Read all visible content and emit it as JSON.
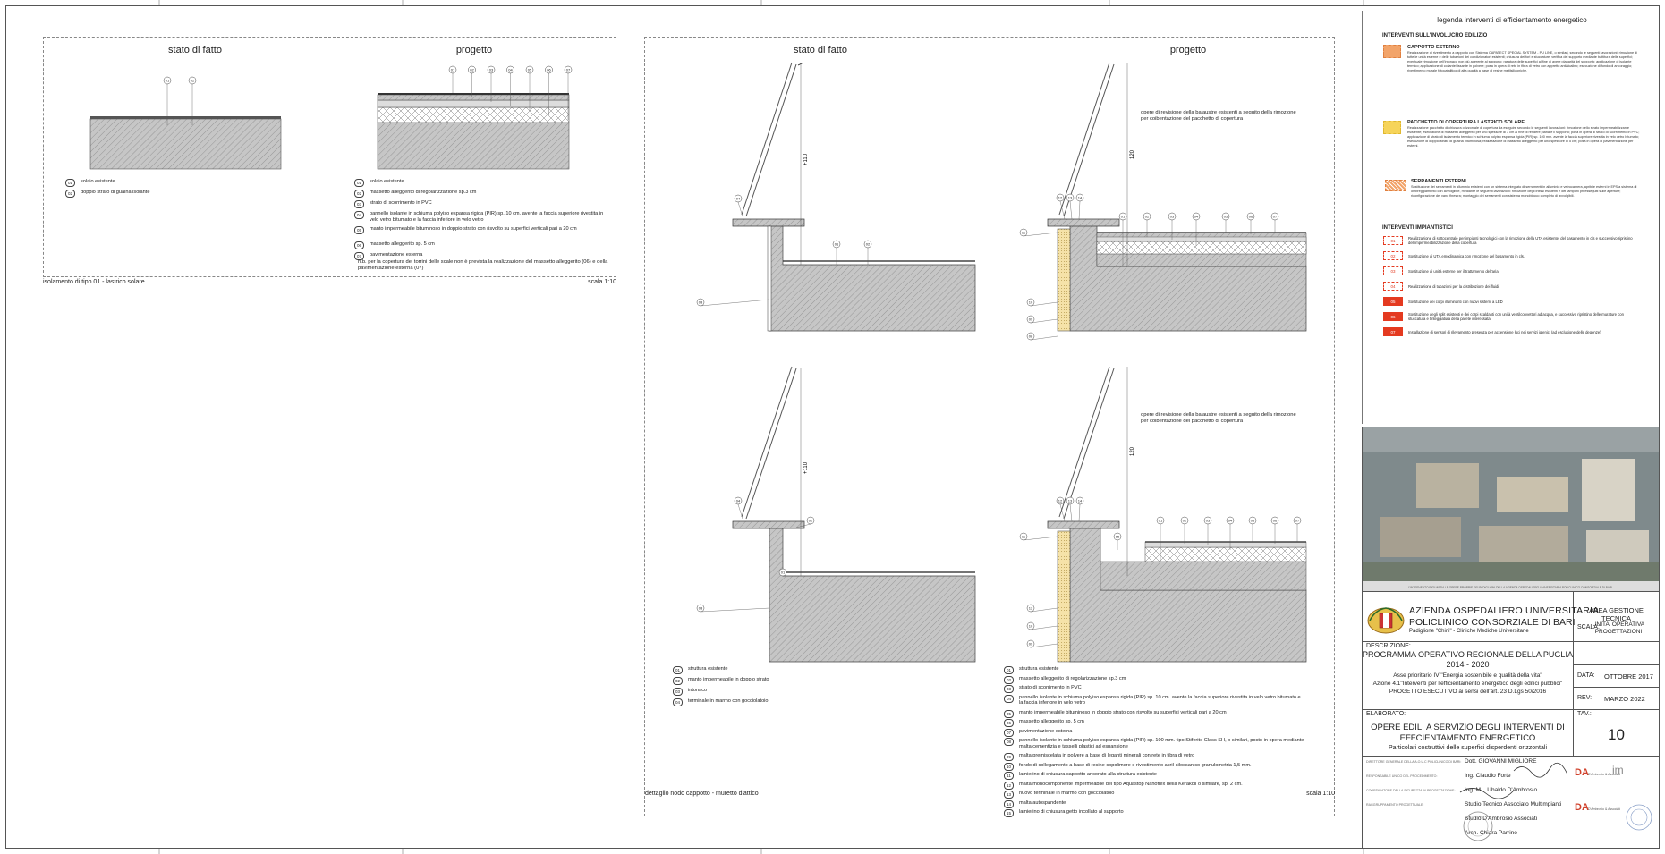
{
  "left_panel": {
    "title_existing": "stato di fatto",
    "title_project": "progetto",
    "caption": "isolamento di tipo 01 - lastrico solare",
    "scale": "scala 1:10",
    "existing_tags": [
      "01",
      "02"
    ],
    "project_tags": [
      "01",
      "02",
      "03",
      "04",
      "05",
      "06",
      "07"
    ],
    "existing_legend": [
      {
        "n": "01",
        "t": "solaio esistente"
      },
      {
        "n": "02",
        "t": "doppio strato di guaina isolante"
      }
    ],
    "project_legend": [
      {
        "n": "01",
        "t": "solaio esistente"
      },
      {
        "n": "02",
        "t": "massetto alleggerito di regolarizzazione sp.3 cm"
      },
      {
        "n": "03",
        "t": "strato di scorrimento in PVC"
      },
      {
        "n": "04",
        "t": "pannello isolante in schiuma polyiso espansa rigida (PIR) sp. 10 cm. avente la faccia superiore rivestita in velo vetro bitumato e la faccia inferiore in velo vetro"
      },
      {
        "n": "05",
        "t": "manto impermeabile bituminoso in doppio strato con risvolto su superfici verticali pari a 20 cm"
      },
      {
        "n": "06",
        "t": "massetto alleggerito sp. 5 cm"
      },
      {
        "n": "07",
        "t": "pavimentazione esterna"
      }
    ],
    "note": "n.b. per la copertura dei torrini delle scale non è prevista la realizzazione del massetto alleggerito (06) e della pavimentazione esterna (07)"
  },
  "center_panel": {
    "title_existing": "stato di fatto",
    "title_project": "progetto",
    "caption": "dettaglio nodo cappotto - muretto d'attico",
    "scale": "scala 1:10",
    "dim_110": "+110",
    "dim_120": "120",
    "note_railing": "opere di revisione della balaustre esistenti a seguito della rimozione per coibentazione del pacchetto di copertura",
    "tag_labels": {
      "t01": "01",
      "t02": "02",
      "t03": "03",
      "t04": "04",
      "t05": "05",
      "t06": "06",
      "t07": "07",
      "t08": "08",
      "t09": "09",
      "t10": "10",
      "t11": "11",
      "t12": "12",
      "t13": "13",
      "t14": "14",
      "t15": "15"
    },
    "existing_legend": [
      {
        "n": "01",
        "t": "struttura esistente"
      },
      {
        "n": "02",
        "t": "manto impermeabile in doppio strato"
      },
      {
        "n": "03",
        "t": "intonaco"
      },
      {
        "n": "04",
        "t": "terminale in marmo con gocciolatoio"
      }
    ],
    "project_legend": [
      {
        "n": "01",
        "t": "struttura esistente"
      },
      {
        "n": "02",
        "t": "massetto alleggerito di regolarizzazione sp.3 cm"
      },
      {
        "n": "03",
        "t": "strato di scorrimento in PVC"
      },
      {
        "n": "04",
        "t": "pannello isolante in schiuma polyiso espansa rigida (PIR) sp. 10 cm. avente la faccia superiore rivestita in velo vetro bitumato e la faccia inferiore in velo vetro"
      },
      {
        "n": "05",
        "t": "manto impermeabile bituminoso in doppio strato con risvolto su superfici verticali pari a 20 cm"
      },
      {
        "n": "06",
        "t": "massetto alleggerito sp. 5 cm"
      },
      {
        "n": "07",
        "t": "pavimentazione esterna"
      },
      {
        "n": "08",
        "t": "pannello isolante in schiuma polyiso espansa rigida (PIR) sp. 100 mm. tipo Stiferite Class SH, o similari, posto in opera mediante malta cementizia e tasselli plastici ad espansione"
      },
      {
        "n": "09",
        "t": "malta premiscelata in polvere a base di leganti minerali con rete in fibra di vetro"
      },
      {
        "n": "10",
        "t": "fondo di collegamento a base di resine copolimere e rivestimento acril-silossanico granulometria 1,5 mm."
      },
      {
        "n": "11",
        "t": "lamierino di chiusura cappotto ancorato alla struttura esistente"
      },
      {
        "n": "12",
        "t": "malta monocomponente impermeabile del tipo Aquastop Nanoflex della Kerakoll o similare, sp. 2 cm."
      },
      {
        "n": "13",
        "t": "nuovo terminale in marmo con gocciolatoio"
      },
      {
        "n": "14",
        "t": "malta autospandente"
      },
      {
        "n": "15",
        "t": "lamierino di chiusura getto incollato al supporto"
      }
    ]
  },
  "legend": {
    "title": "legenda interventi di efficientamento energetico",
    "section1": "INTERVENTI SULL'INVOLUCRO EDILIZIO",
    "cappotto_title": "CAPPOTTO ESTERNO",
    "cappotto_body": "Realizzazione di rivestimento a cappotto con Sistema CAPATECT SPECIAL SYSTEM - PU LINE, o similari, secondo le seguenti lavorazioni: rimozione di tutte le unità esterne e delle tubazioni dei condizionatori esistenti; chiusura dei fori e stuccature; verifica del supporto mediante battitura delle superfici; eventuale rimozione dell'intonaco non più aderente al supporto; rasatura delle superfici al fine di avere planarità del supporto; applicazione di isolante termico; applicazione di collante/fissante in polvere; posa in opera di rete in fibra di vetro con appretto antialcalino; esecuzione di fondo di ancoraggio; rivestimento murale fotocatalitico di alta qualità a base di resine metilsiliconiche.",
    "pacchetto_title": "PACCHETTO DI COPERTURA LASTRICO SOLARE",
    "pacchetto_body": "Realizzazione pacchetto di chiusura orizzontale di copertura da eseguire secondo le seguenti lavorazioni: rimozione dello strato impermeabilizzante esistente; esecuzione di massetto alleggerito per uno spessore di 3 cm al fine di rendere planare il supporto; posa in opera di strato di scorrimento in PVC; applicazione di strato di isolamento termico in schiuma polyiso espansa rigida (PIR) sp. 100 mm. avente la faccia superiore rivestita in velo vetro bitumato; esecuzione di doppio strato di guaina bituminosa; realizzazione di massetto alleggerito per uno spessore di 5 cm; posa in opera di pavimentazione per esterni.",
    "serramenti_title": "SERRAMENTI ESTERNI",
    "serramenti_body": "Sostituzione dei serramenti in alluminio esistenti con un sistema integrato di serramenti in alluminio e vetrocamera, apribile esterni in EPS a sistema di ombreggiamento con avvolgibile, mediante le seguenti lavorazioni: rimozione degli infissi esistenti e dei tamponi preesse­guiti sulle aperture; riconfigurazione del vano finestra; montaggio dei serramenti con sistema monoblocco completo di avvolgibili.",
    "section2": "INTERVENTI IMPIANTISTICI",
    "impianti": [
      {
        "code": "01",
        "t": "Realizzazione di sottocentrale per impianti tecnologici con la rimozione della UTA esistente, del basamento in cls e successivo ripristino dell'impermeabilizzazione della copertura"
      },
      {
        "code": "02",
        "t": "Sostituzione di UTA emodinamica con rimozione del basamento in cls."
      },
      {
        "code": "03",
        "t": "Sostituzione di unità esterne per il trattamento dell'aria"
      },
      {
        "code": "04",
        "t": "Realizzazione di tubazioni per la distribuzione dei fluidi."
      },
      {
        "code": "05",
        "t": "Sostituzione dei corpi illuminanti con nuovi sistemi a LED"
      },
      {
        "code": "06",
        "t": "Sostituzione degli split esistenti e dei corpi scaldanti con unità ventilconvettori ad acqua, e successivo ripristino delle murature con stuccatura e tinteggiatura della parete interessata"
      },
      {
        "code": "07",
        "t": "Installazione di sensori di rilevamento presenza per accensione luci nei servizi igienici (ad esclusione delle degenze)"
      }
    ]
  },
  "title_block": {
    "photo_caption": "L'INTERVENTO RIGUARDA LE OPERE PROPRIE DEI PADIGLIONI DELLA AZIENDA OSPEDALIERO UNIVERSITARIA POLICLINICO CONSORZIALE DI BARI",
    "org_line1": "AZIENDA OSPEDALIERO UNIVERSITARIA",
    "org_line2": "POLICLINICO CONSORZIALE DI BARI",
    "org_line3": "Padiglione \"Chini\" - Cliniche Mediche Universitarie",
    "area": "AREA GESTIONE TECNICA",
    "unit": "UNITA' OPERATIVA PROGETTAZIONI",
    "descr_label": "DESCRIZIONE:",
    "program1": "PROGRAMMA OPERATIVO REGIONALE DELLA PUGLIA",
    "program2": "2014 - 2020",
    "axis1": "Asse prioritario IV \"Energia sostenibile e qualità della vita\"",
    "axis2": "Azione 4.1\"Interventi per l'efficientamento energetico degli edifici pubblici\"",
    "axis3": "PROGETTO ESECUTIVO ai sensi dell'art. 23 D.Lgs 50/2016",
    "scala_label": "SCALA:",
    "data_label": "DATA:",
    "data_value": "OTTOBRE 2017",
    "rev_label": "REV:",
    "rev_value": "MARZO 2022",
    "elab_label": "ELABORATO:",
    "tav_label": "TAV.:",
    "tav_value": "10",
    "work1": "OPERE EDILI A SERVIZIO DEGLI INTERVENTI DI",
    "work2": "EFFCIENTAMENTO ENERGETICO",
    "work3": "Particolari costruttivi delle superfici disperdenti orizzontali",
    "roles": [
      {
        "role": "DIRETTORE GENERALE DELLA A.O.U.C POLICLINICO DI BARI:",
        "name": "Dott. GIOVANNI MIGLIORE"
      },
      {
        "role": "RESPONSABILE UNICO DEL PROCEDIMENTO:",
        "name": "Ing. Claudio Forte"
      },
      {
        "role": "COORDINATORE DELLA SICUREZZA IN PROGETTAZIONE:",
        "name": "Ing. M... Ubaldo D'Ambrosio"
      },
      {
        "role": "RAGGRUPPAMENTO PROGETTUALE:",
        "name": "Studio Tecnico Associato Multimpianti"
      },
      {
        "role": "",
        "name": "Studio D'Ambrosio Associati"
      },
      {
        "role": "",
        "name": "Arch. Chiara Parrino"
      }
    ],
    "logo_da": "DA",
    "logo_da_sub": "D'Ambrosio & Associati",
    "logo_im": "im"
  },
  "colors": {
    "hatch": "#a9a9a9",
    "insulation": "#f7e7b4",
    "accent_red": "#e43a20",
    "cappotto": "#f2a46a",
    "pacchetto": "#f6d45a",
    "serramenti": "#f2a46a"
  }
}
